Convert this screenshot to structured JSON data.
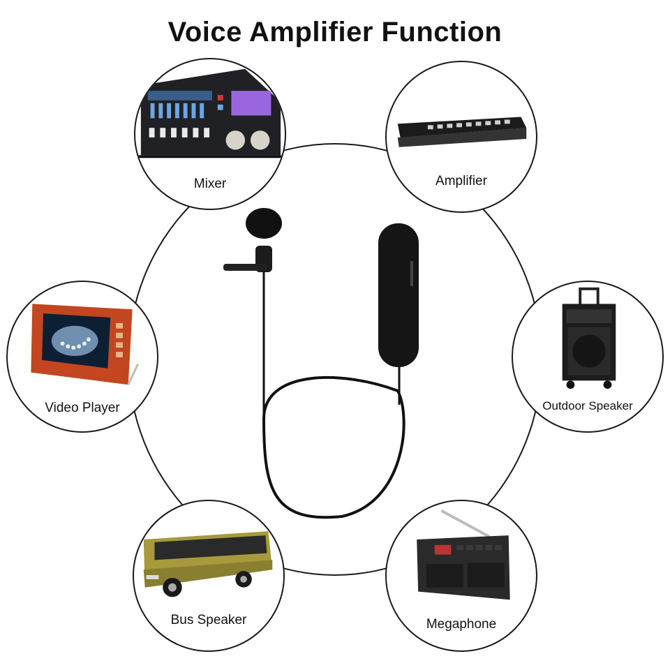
{
  "title": "Voice Amplifier Function",
  "devices": [
    {
      "key": "mixer",
      "label": "Mixer"
    },
    {
      "key": "amplifier",
      "label": "Amplifier"
    },
    {
      "key": "video_player",
      "label": "Video Player"
    },
    {
      "key": "outdoor_speaker",
      "label": "Outdoor Speaker"
    },
    {
      "key": "bus_speaker",
      "label": "Bus Speaker"
    },
    {
      "key": "megaphone",
      "label": "Megaphone"
    }
  ],
  "colors": {
    "line": "#1a1a1a",
    "device_dark": "#151515",
    "bus_body": "#a79a3c",
    "player_frame": "#c2461f",
    "mixer_screen": "#9a66e0"
  }
}
